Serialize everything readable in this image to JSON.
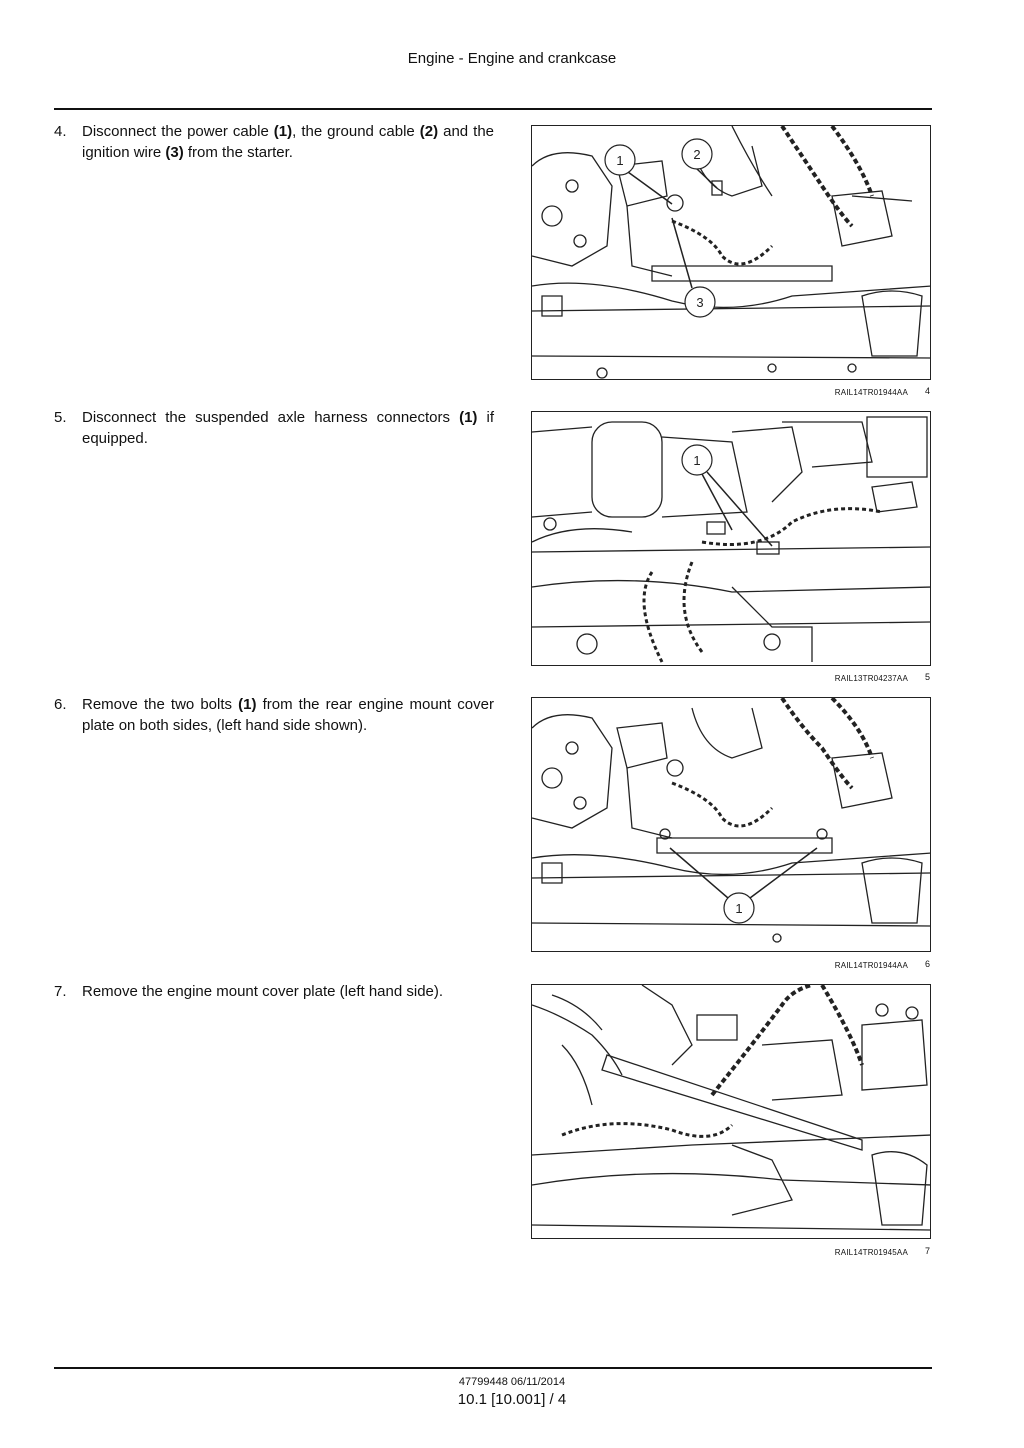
{
  "header": {
    "title": "Engine - Engine and crankcase"
  },
  "steps": [
    {
      "num": "4.",
      "parts": [
        "Disconnect the power cable ",
        "(1)",
        ", the ground cable ",
        "(2)",
        " and the ignition wire ",
        "(3)",
        " from the starter."
      ],
      "figure": {
        "code": "RAIL14TR01944AA",
        "number": "4",
        "callouts": [
          "1",
          "2",
          "3"
        ]
      }
    },
    {
      "num": "5.",
      "parts": [
        "Disconnect the suspended axle harness connectors ",
        "(1)",
        " if equipped."
      ],
      "figure": {
        "code": "RAIL13TR04237AA",
        "number": "5",
        "callouts": [
          "1"
        ]
      }
    },
    {
      "num": "6.",
      "parts": [
        "Remove the two bolts ",
        "(1)",
        " from the rear engine mount cover plate on both sides, (left hand side shown)."
      ],
      "figure": {
        "code": "RAIL14TR01944AA",
        "number": "6",
        "callouts": [
          "1"
        ]
      }
    },
    {
      "num": "7.",
      "parts": [
        "Remove the engine mount cover plate (left hand side)."
      ],
      "figure": {
        "code": "RAIL14TR01945AA",
        "number": "7",
        "callouts": []
      }
    }
  ],
  "footer": {
    "doc": "47799448 06/11/2014",
    "page": "10.1 [10.001] / 4"
  }
}
